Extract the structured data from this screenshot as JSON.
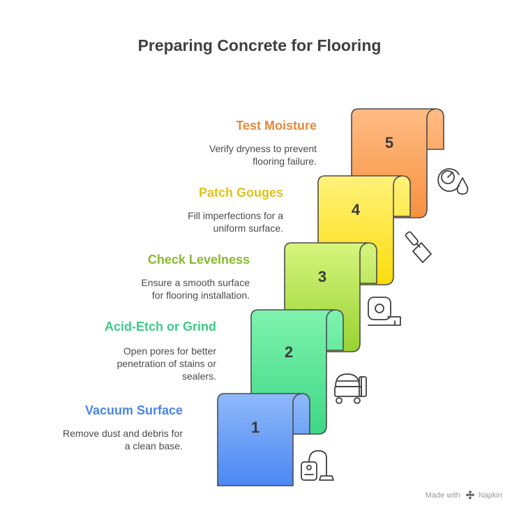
{
  "title": "Preparing Concrete for Flooring",
  "steps": [
    {
      "number": "1",
      "title": "Vacuum Surface",
      "desc": [
        "Remove dust and debris for",
        "a clean base."
      ],
      "color": "#4a86e8",
      "icon": "vacuum-icon"
    },
    {
      "number": "2",
      "title": "Acid-Etch or Grind",
      "desc": [
        "Open pores for better",
        "penetration of stains or",
        "sealers."
      ],
      "color": "#3ecb88",
      "icon": "concrete-grinder-icon"
    },
    {
      "number": "3",
      "title": "Check Levelness",
      "desc": [
        "Ensure a smooth surface",
        "for flooring installation."
      ],
      "color": "#8ab832",
      "icon": "tape-measure-icon"
    },
    {
      "number": "4",
      "title": "Patch Gouges",
      "desc": [
        "Fill imperfections for a",
        "uniform surface."
      ],
      "color": "#e0c21a",
      "icon": "trowel-icon"
    },
    {
      "number": "5",
      "title": "Test Moisture",
      "desc": [
        "Verify dryness to prevent",
        "flooring failure."
      ],
      "color": "#e8883a",
      "icon": "moisture-gauge-icon"
    }
  ],
  "watermark": {
    "prefix": "Made with",
    "brand": "Napkin"
  }
}
